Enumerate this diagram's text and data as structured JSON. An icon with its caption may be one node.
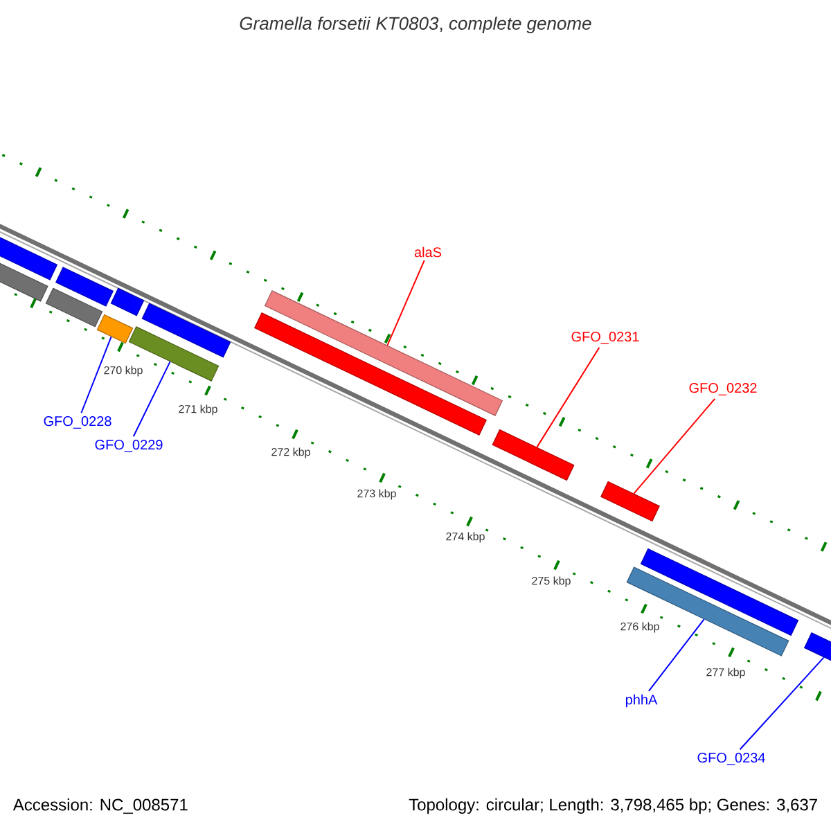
{
  "diagram": {
    "title": "*Gramella forsetii* *KT0803*, *complete genome*",
    "nodes": [
      {
        "text": [],
        "shape": "bar"
      },
      {
        "text": [],
        "shape": "bar"
      },
      {
        "text": [],
        "shape": "bar"
      },
      {
        "text": [],
        "shape": "bar"
      },
      {
        "text": [],
        "shape": "bar"
      },
      {
        "text": [],
        "shape": "bar"
      },
      {
        "text": [],
        "shape": "bar"
      },
      {
        "text": [],
        "shape": "bar"
      },
      {
        "text": [],
        "shape": "bar"
      },
      {
        "text": [],
        "shape": "bar"
      },
      {
        "text": [],
        "shape": "bar"
      },
      {
        "text": [],
        "shape": "bar"
      },
      {
        "text": [],
        "shape": "bar"
      },
      {
        "text": [],
        "shape": "bar"
      },
      {
        "text": [],
        "shape": "bar"
      },
      {
        "text": [
          "alaS"
        ]
      },
      {
        "text": [
          "GFO_0231"
        ]
      },
      {
        "text": [
          "GFO_0232"
        ]
      },
      {
        "text": [
          "GFO_0228"
        ]
      },
      {
        "text": [
          "GFO_0229"
        ]
      },
      {
        "text": [
          "phhA"
        ]
      },
      {
        "text": [
          "GFO_0234"
        ]
      }
    ],
    "edges": [
      {
        "from": 15,
        "to": 9,
        "arrow": "none",
        "color": "#ff0000"
      },
      {
        "from": 16,
        "to": 10,
        "arrow": "none",
        "color": "#ff0000"
      },
      {
        "from": 17,
        "to": 11,
        "arrow": "none",
        "color": "#ff0000"
      },
      {
        "from": 18,
        "to": 4,
        "arrow": "none"
      },
      {
        "from": 19,
        "to": 6,
        "arrow": "none"
      },
      {
        "from": 20,
        "to": 12,
        "arrow": "none"
      },
      {
        "from": 21,
        "to": 14,
        "arrow": "none"
      }
    ],
    "labels": [
      "270 kbp",
      "271 kbp",
      "272 kbp",
      "273 kbp",
      "274 kbp",
      "275 kbp",
      "276 kbp",
      "277 kbp",
      "Accession: NC_008571",
      "Topology: circular; Length: 3,798,465 bp; Genes: 3,637"
    ]
  }
}
